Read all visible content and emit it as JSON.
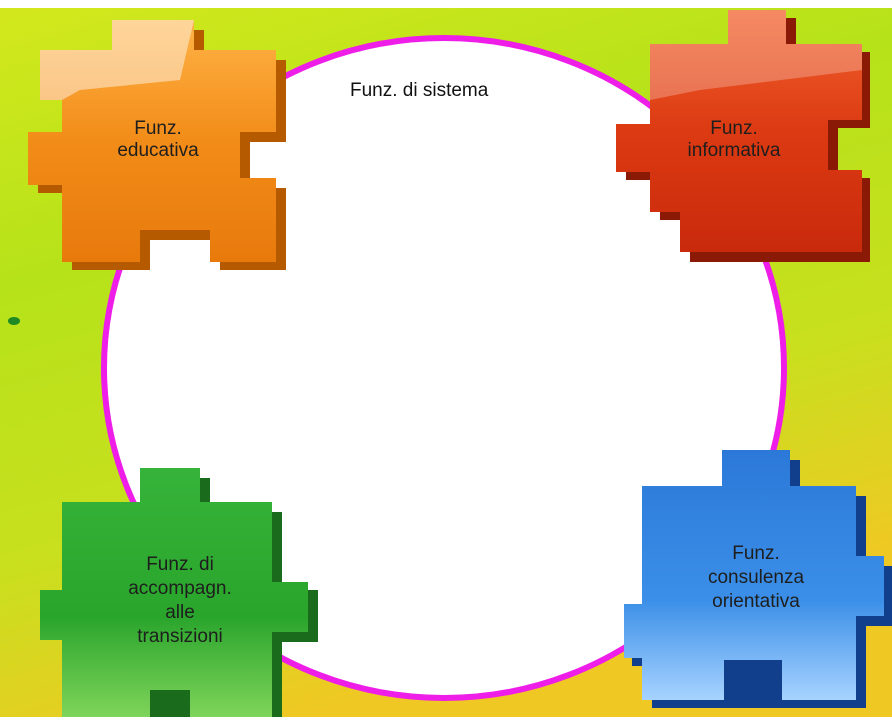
{
  "diagram": {
    "center_label": "Funz. di sistema",
    "pieces": [
      {
        "id": "educativa",
        "lines": [
          "Funz.",
          "educativa"
        ],
        "color": "#f28c18"
      },
      {
        "id": "informativa",
        "lines": [
          "Funz.",
          "informativa"
        ],
        "color": "#dc3a12"
      },
      {
        "id": "accompagnamento",
        "lines": [
          "Funz. di",
          "accompagn.",
          "alle",
          "transizioni"
        ],
        "color": "#2aa52c"
      },
      {
        "id": "consulenza",
        "lines": [
          "Funz.",
          "consulenza",
          "orientativa"
        ],
        "color": "#2a7fdc"
      }
    ],
    "colors": {
      "circle_stroke": "#ee1ee8",
      "background_top": "#a9e81c",
      "background_bottom": "#f0c823"
    }
  }
}
